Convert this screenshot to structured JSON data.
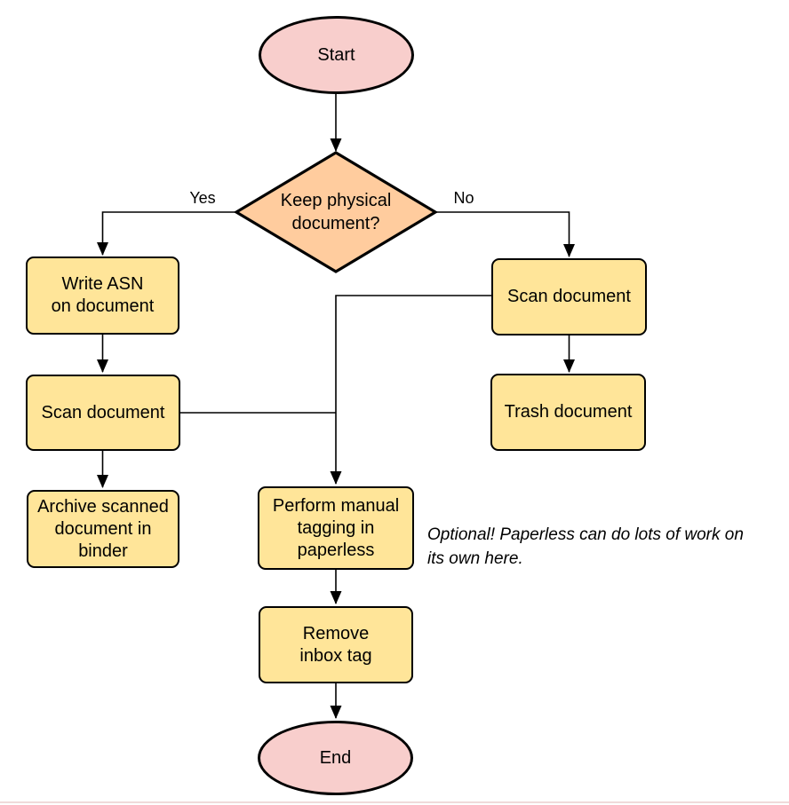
{
  "diagram": {
    "colors": {
      "terminator_fill": "#F8CECC",
      "process_fill": "#FFE599",
      "decision_fill": "#FFCC9E",
      "stroke": "#000000",
      "bottom_edge_line": "#F0DADA"
    },
    "nodes": {
      "start": {
        "type": "terminator",
        "label": "Start"
      },
      "decision": {
        "type": "decision",
        "label": "Keep physical\ndocument?"
      },
      "write_asn": {
        "type": "process",
        "label": "Write ASN\non document"
      },
      "scan_left": {
        "type": "process",
        "label": "Scan document"
      },
      "archive": {
        "type": "process",
        "label": "Archive scanned\ndocument in\nbinder"
      },
      "scan_right": {
        "type": "process",
        "label": "Scan document"
      },
      "trash": {
        "type": "process",
        "label": "Trash document"
      },
      "tagging": {
        "type": "process",
        "label": "Perform manual\ntagging in\npaperless"
      },
      "remove_inbox": {
        "type": "process",
        "label": "Remove\ninbox tag"
      },
      "end": {
        "type": "terminator",
        "label": "End"
      }
    },
    "edge_labels": {
      "yes": "Yes",
      "no": "No"
    },
    "note": "Optional! Paperless can do lots of work on\nits own here."
  }
}
